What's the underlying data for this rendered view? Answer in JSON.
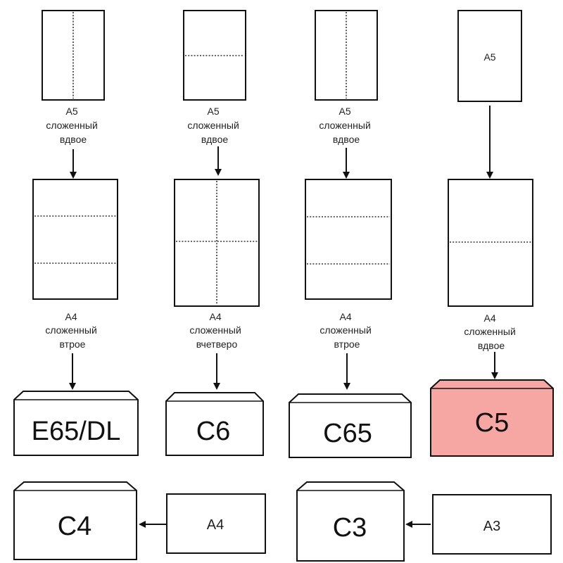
{
  "colors": {
    "highlight_fill": "#f7a7a3",
    "stroke": "#111111",
    "background": "#ffffff"
  },
  "columns": [
    {
      "top_caption": [
        "A5",
        "сложенный",
        "вдвое"
      ],
      "mid_caption": [
        "A4",
        "сложенный",
        "втрое"
      ],
      "envelope": "E65/DL"
    },
    {
      "top_caption": [
        "A5",
        "сложенный",
        "вдвое"
      ],
      "mid_caption": [
        "A4",
        "сложенный",
        "вчетверо"
      ],
      "envelope": "C6"
    },
    {
      "top_caption": [
        "A5",
        "сложенный",
        "вдвое"
      ],
      "mid_caption": [
        "A4",
        "сложенный",
        "втрое"
      ],
      "envelope": "C65"
    },
    {
      "top_box_label": "A5",
      "mid_caption": [
        "A4",
        "сложенный",
        "вдвое"
      ],
      "envelope": "C5",
      "highlighted": true
    }
  ],
  "bottom": [
    {
      "envelope": "C4",
      "sheet": "A4"
    },
    {
      "envelope": "C3",
      "sheet": "A3"
    }
  ]
}
